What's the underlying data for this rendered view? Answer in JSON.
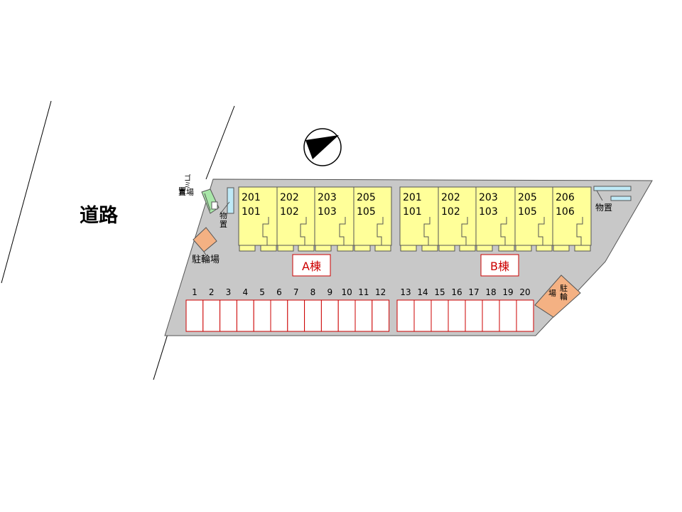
{
  "road_label": "道路",
  "colors": {
    "lot": "#c8c8c8",
    "building": "#ffff99",
    "bike": "#f4b183",
    "storage": "#bfeaf7",
    "garbage": "#a9e7a9",
    "space_border": "#cc0000",
    "building_label": "#cc0000"
  },
  "compass_icon": "north-arrow-icon",
  "garbage_label": "ゴミ置場",
  "storage_label": "物置",
  "bike_label": "駐輪場",
  "buildings": [
    {
      "label": "A棟",
      "units": [
        {
          "upper": "201",
          "lower": "101"
        },
        {
          "upper": "202",
          "lower": "102"
        },
        {
          "upper": "203",
          "lower": "103"
        },
        {
          "upper": "205",
          "lower": "105"
        }
      ]
    },
    {
      "label": "B棟",
      "units": [
        {
          "upper": "201",
          "lower": "101"
        },
        {
          "upper": "202",
          "lower": "102"
        },
        {
          "upper": "203",
          "lower": "103"
        },
        {
          "upper": "205",
          "lower": "105"
        },
        {
          "upper": "206",
          "lower": "106"
        }
      ]
    }
  ],
  "parking_spaces": [
    "1",
    "2",
    "3",
    "4",
    "5",
    "6",
    "7",
    "8",
    "9",
    "10",
    "11",
    "12",
    "13",
    "14",
    "15",
    "16",
    "17",
    "18",
    "19",
    "20"
  ]
}
